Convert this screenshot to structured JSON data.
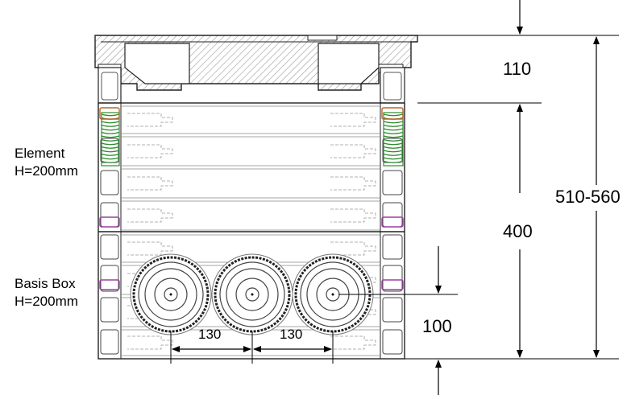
{
  "labels": {
    "element": "Element",
    "element_height": "H=200mm",
    "basis": "Basis Box",
    "basis_height": "H=200mm"
  },
  "dimensions": {
    "cover": "110",
    "body": "400",
    "total": "510-560",
    "pipe_height": "100",
    "spacing_left": "130",
    "spacing_right": "130"
  },
  "colors": {
    "line": "#000000",
    "outline": "#333333",
    "hatch": "#9a9a9a",
    "spring": "#2e8b2e",
    "clip": "#9b3fa0",
    "latch": "#c0632b",
    "pipe": "#444444"
  }
}
